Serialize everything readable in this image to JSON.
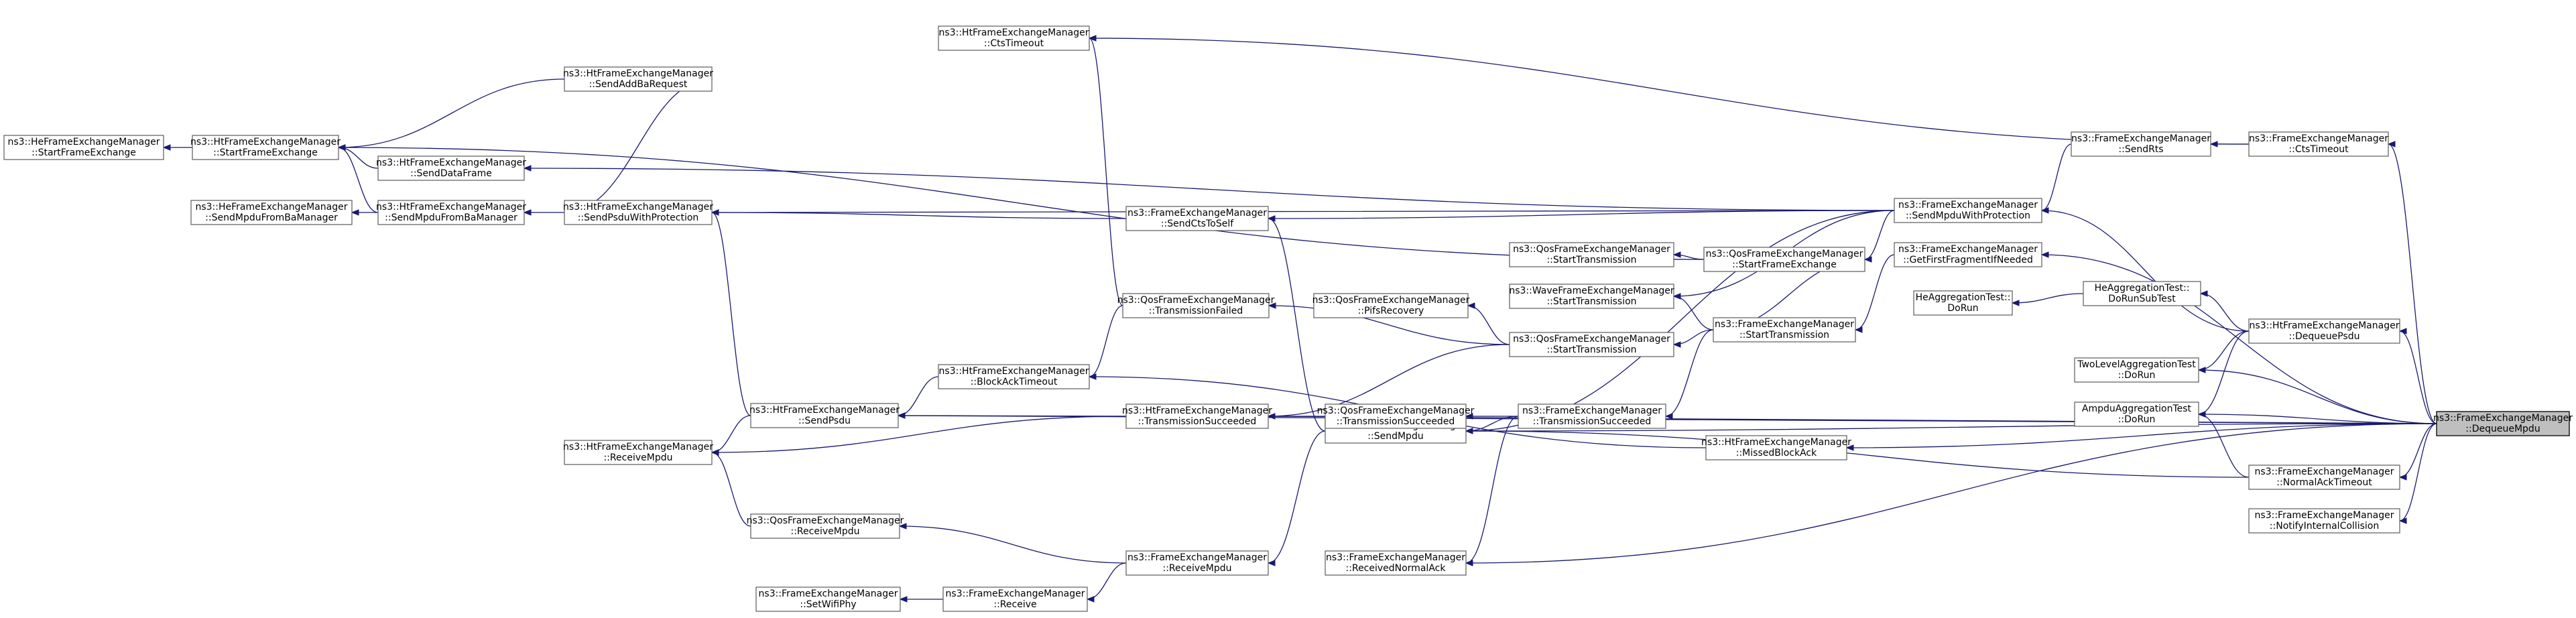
{
  "graph": {
    "nodes": [
      {
        "id": "n0",
        "lines": [
          "ns3::FrameExchangeManager",
          "::DequeueMpdu"
        ],
        "root": true
      },
      {
        "id": "n1",
        "lines": [
          "ns3::FrameExchangeManager",
          "::GetFirstFragmentIfNeeded"
        ]
      },
      {
        "id": "n2",
        "lines": [
          "ns3::FrameExchangeManager",
          "::StartTransmission"
        ]
      },
      {
        "id": "n3",
        "lines": [
          "ns3::QosFrameExchangeManager",
          "::StartFrameExchange"
        ]
      },
      {
        "id": "n4",
        "lines": [
          "ns3::QosFrameExchangeManager",
          "::StartTransmission"
        ]
      },
      {
        "id": "n5",
        "lines": [
          "ns3::WaveFrameExchangeManager",
          "::StartTransmission"
        ]
      },
      {
        "id": "n6",
        "lines": [
          "ns3::QosFrameExchangeManager",
          "::StartTransmission"
        ]
      },
      {
        "id": "n7",
        "lines": [
          "ns3::FrameExchangeManager",
          "::TransmissionSucceeded"
        ]
      },
      {
        "id": "n8",
        "lines": [
          "ns3::FrameExchangeManager",
          "::SendMpdu"
        ]
      },
      {
        "id": "n9",
        "lines": [
          "ns3::FrameExchangeManager",
          "::ReceiveMpdu"
        ]
      },
      {
        "id": "n10",
        "lines": [
          "ns3::FrameExchangeManager",
          "::ReceivedNormalAck"
        ]
      },
      {
        "id": "n11",
        "lines": [
          "ns3::QosFrameExchangeManager",
          "::TransmissionSucceeded"
        ]
      },
      {
        "id": "n12",
        "lines": [
          "ns3::HtFrameExchangeManager",
          "::TransmissionSucceeded"
        ]
      },
      {
        "id": "n13",
        "lines": [
          "ns3::QosFrameExchangeManager",
          "::PifsRecovery"
        ]
      },
      {
        "id": "n14",
        "lines": [
          "ns3::QosFrameExchangeManager",
          "::TransmissionFailed"
        ]
      },
      {
        "id": "n15",
        "lines": [
          "ns3::HtFrameExchangeManager",
          "::BlockAckTimeout"
        ]
      },
      {
        "id": "n16",
        "lines": [
          "ns3::HtFrameExchangeManager",
          "::CtsTimeout"
        ]
      },
      {
        "id": "n17",
        "lines": [
          "ns3::FrameExchangeManager",
          "::SendCtsToSelf"
        ]
      },
      {
        "id": "n18",
        "lines": [
          "ns3::FrameExchangeManager",
          "::SendMpduWithProtection"
        ]
      },
      {
        "id": "n19",
        "lines": [
          "ns3::HtFrameExchangeManager",
          "::SendPsduWithProtection"
        ]
      },
      {
        "id": "n20",
        "lines": [
          "ns3::HtFrameExchangeManager",
          "::SendDataFrame"
        ]
      },
      {
        "id": "n21",
        "lines": [
          "ns3::HtFrameExchangeManager",
          "::SendMpduFromBaManager"
        ]
      },
      {
        "id": "n22",
        "lines": [
          "ns3::HeFrameExchangeManager",
          "::SendMpduFromBaManager"
        ]
      },
      {
        "id": "n23",
        "lines": [
          "ns3::HtFrameExchangeManager",
          "::StartFrameExchange"
        ]
      },
      {
        "id": "n24",
        "lines": [
          "ns3::HeFrameExchangeManager",
          "::StartFrameExchange"
        ]
      },
      {
        "id": "n25",
        "lines": [
          "ns3::HtFrameExchangeManager",
          "::SendAddBaRequest"
        ]
      },
      {
        "id": "n26",
        "lines": [
          "ns3::HtFrameExchangeManager",
          "::SendPsdu"
        ]
      },
      {
        "id": "n27",
        "lines": [
          "ns3::HtFrameExchangeManager",
          "::ReceiveMpdu"
        ]
      },
      {
        "id": "n28",
        "lines": [
          "ns3::QosFrameExchangeManager",
          "::ReceiveMpdu"
        ]
      },
      {
        "id": "n29",
        "lines": [
          "ns3::FrameExchangeManager",
          "::Receive"
        ]
      },
      {
        "id": "n30",
        "lines": [
          "ns3::FrameExchangeManager",
          "::SetWifiPhy"
        ]
      },
      {
        "id": "n31",
        "lines": [
          "ns3::FrameExchangeManager",
          "::SendRts"
        ]
      },
      {
        "id": "n32",
        "lines": [
          "ns3::FrameExchangeManager",
          "::CtsTimeout"
        ]
      },
      {
        "id": "n33",
        "lines": [
          "ns3::HtFrameExchangeManager",
          "::MissedBlockAck"
        ]
      },
      {
        "id": "n34",
        "lines": [
          "ns3::HtFrameExchangeManager",
          "::DequeuePsdu"
        ]
      },
      {
        "id": "n35",
        "lines": [
          "HeAggregationTest::",
          "DoRunSubTest"
        ]
      },
      {
        "id": "n36",
        "lines": [
          "HeAggregationTest::",
          "DoRun"
        ]
      },
      {
        "id": "n37",
        "lines": [
          "TwoLevelAggregationTest",
          "::DoRun"
        ]
      },
      {
        "id": "n38",
        "lines": [
          "AmpduAggregationTest",
          "::DoRun"
        ]
      },
      {
        "id": "n39",
        "lines": [
          "ns3::FrameExchangeManager",
          "::NormalAckTimeout"
        ]
      },
      {
        "id": "n40",
        "lines": [
          "ns3::FrameExchangeManager",
          "::NotifyInternalCollision"
        ]
      }
    ],
    "edges": [
      {
        "from": "n0",
        "to": "n1"
      },
      {
        "from": "n1",
        "to": "n2"
      },
      {
        "from": "n2",
        "to": "n3"
      },
      {
        "from": "n2",
        "to": "n5"
      },
      {
        "from": "n2",
        "to": "n6"
      },
      {
        "from": "n3",
        "to": "n4"
      },
      {
        "from": "n3",
        "to": "n23"
      },
      {
        "from": "n6",
        "to": "n12"
      },
      {
        "from": "n6",
        "to": "n13"
      },
      {
        "from": "n6",
        "to": "n14"
      },
      {
        "from": "n2",
        "to": "n7"
      },
      {
        "from": "n7",
        "to": "n8"
      },
      {
        "from": "n7",
        "to": "n11"
      },
      {
        "from": "n7",
        "to": "n10"
      },
      {
        "from": "n8",
        "to": "n9"
      },
      {
        "from": "n8",
        "to": "n17"
      },
      {
        "from": "n9",
        "to": "n28"
      },
      {
        "from": "n9",
        "to": "n29"
      },
      {
        "from": "n29",
        "to": "n30"
      },
      {
        "from": "n28",
        "to": "n27"
      },
      {
        "from": "n11",
        "to": "n12"
      },
      {
        "from": "n12",
        "to": "n26"
      },
      {
        "from": "n12",
        "to": "n27"
      },
      {
        "from": "n14",
        "to": "n15"
      },
      {
        "from": "n14",
        "to": "n16"
      },
      {
        "from": "n15",
        "to": "n26"
      },
      {
        "from": "n26",
        "to": "n27"
      },
      {
        "from": "n26",
        "to": "n19"
      },
      {
        "from": "n17",
        "to": "n19"
      },
      {
        "from": "n18",
        "to": "n17"
      },
      {
        "from": "n18",
        "to": "n19"
      },
      {
        "from": "n18",
        "to": "n20"
      },
      {
        "from": "n18",
        "to": "n3"
      },
      {
        "from": "n18",
        "to": "n5"
      },
      {
        "from": "n18",
        "to": "n8"
      },
      {
        "from": "n19",
        "to": "n21"
      },
      {
        "from": "n19",
        "to": "n25"
      },
      {
        "from": "n21",
        "to": "n22"
      },
      {
        "from": "n21",
        "to": "n23"
      },
      {
        "from": "n20",
        "to": "n23"
      },
      {
        "from": "n25",
        "to": "n23"
      },
      {
        "from": "n23",
        "to": "n24"
      },
      {
        "from": "n31",
        "to": "n18"
      },
      {
        "from": "n32",
        "to": "n31"
      },
      {
        "from": "n32",
        "to": "n16"
      },
      {
        "from": "n0",
        "to": "n32"
      },
      {
        "from": "n0",
        "to": "n33"
      },
      {
        "from": "n33",
        "to": "n15"
      },
      {
        "from": "n0",
        "to": "n34"
      },
      {
        "from": "n34",
        "to": "n35"
      },
      {
        "from": "n35",
        "to": "n36"
      },
      {
        "from": "n34",
        "to": "n37"
      },
      {
        "from": "n34",
        "to": "n38"
      },
      {
        "from": "n34",
        "to": "n18"
      },
      {
        "from": "n0",
        "to": "n37"
      },
      {
        "from": "n0",
        "to": "n38"
      },
      {
        "from": "n0",
        "to": "n39"
      },
      {
        "from": "n39",
        "to": "n38"
      },
      {
        "from": "n39",
        "to": "n8"
      },
      {
        "from": "n0",
        "to": "n40"
      },
      {
        "from": "n0",
        "to": "n26"
      },
      {
        "from": "n0",
        "to": "n10"
      },
      {
        "from": "n0",
        "to": "n8"
      },
      {
        "from": "n0",
        "to": "n12"
      }
    ]
  }
}
